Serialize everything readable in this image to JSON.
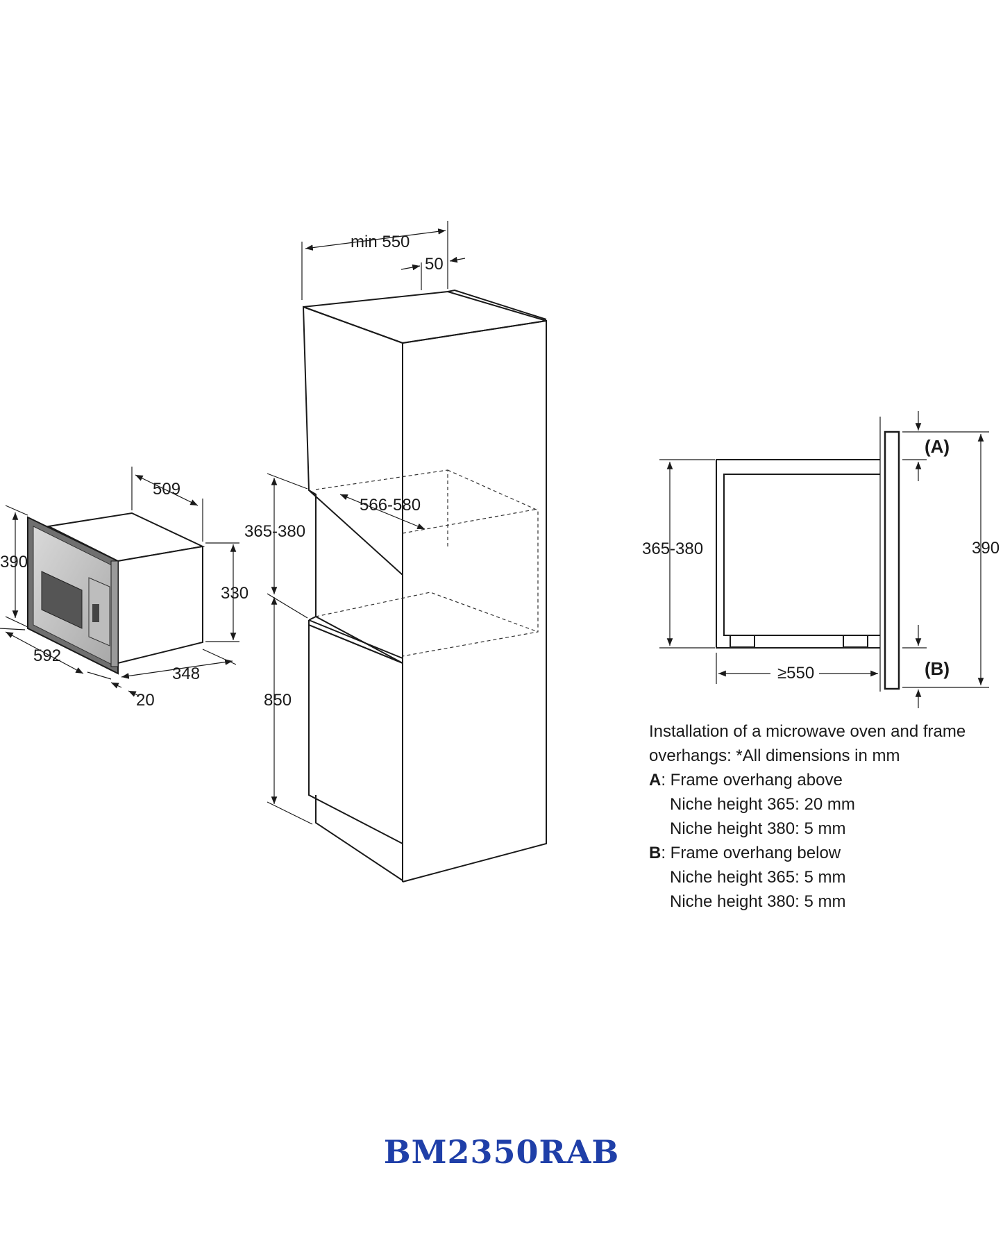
{
  "microwave_dims": {
    "depth": "509",
    "height": "390",
    "body_height": "330",
    "width": "592",
    "body_depth": "348",
    "frame": "20"
  },
  "cabinet_dims": {
    "min_width": "min 550",
    "back_gap": "50",
    "niche_height": "365-380",
    "niche_width": "566-580",
    "base_height": "850"
  },
  "side_view": {
    "niche_height": "365-380",
    "total_height": "390",
    "depth": "≥550",
    "label_a": "(A)",
    "label_b": "(B)"
  },
  "notes": {
    "intro": "Installation of a microwave oven and frame overhangs: *All dimensions in mm",
    "a_key": "A",
    "a_text": ": Frame overhang above",
    "a_line1": "Niche height 365: 20 mm",
    "a_line2": "Niche height 380: 5 mm",
    "b_key": "B",
    "b_text": ": Frame overhang below",
    "b_line1": "Niche height 365: 5 mm",
    "b_line2": "Niche height 380: 5 mm"
  },
  "model": "BM2350RAB",
  "colors": {
    "line": "#1a1a1a",
    "title": "#1f3fa8",
    "panel": "#c9c9c9"
  }
}
